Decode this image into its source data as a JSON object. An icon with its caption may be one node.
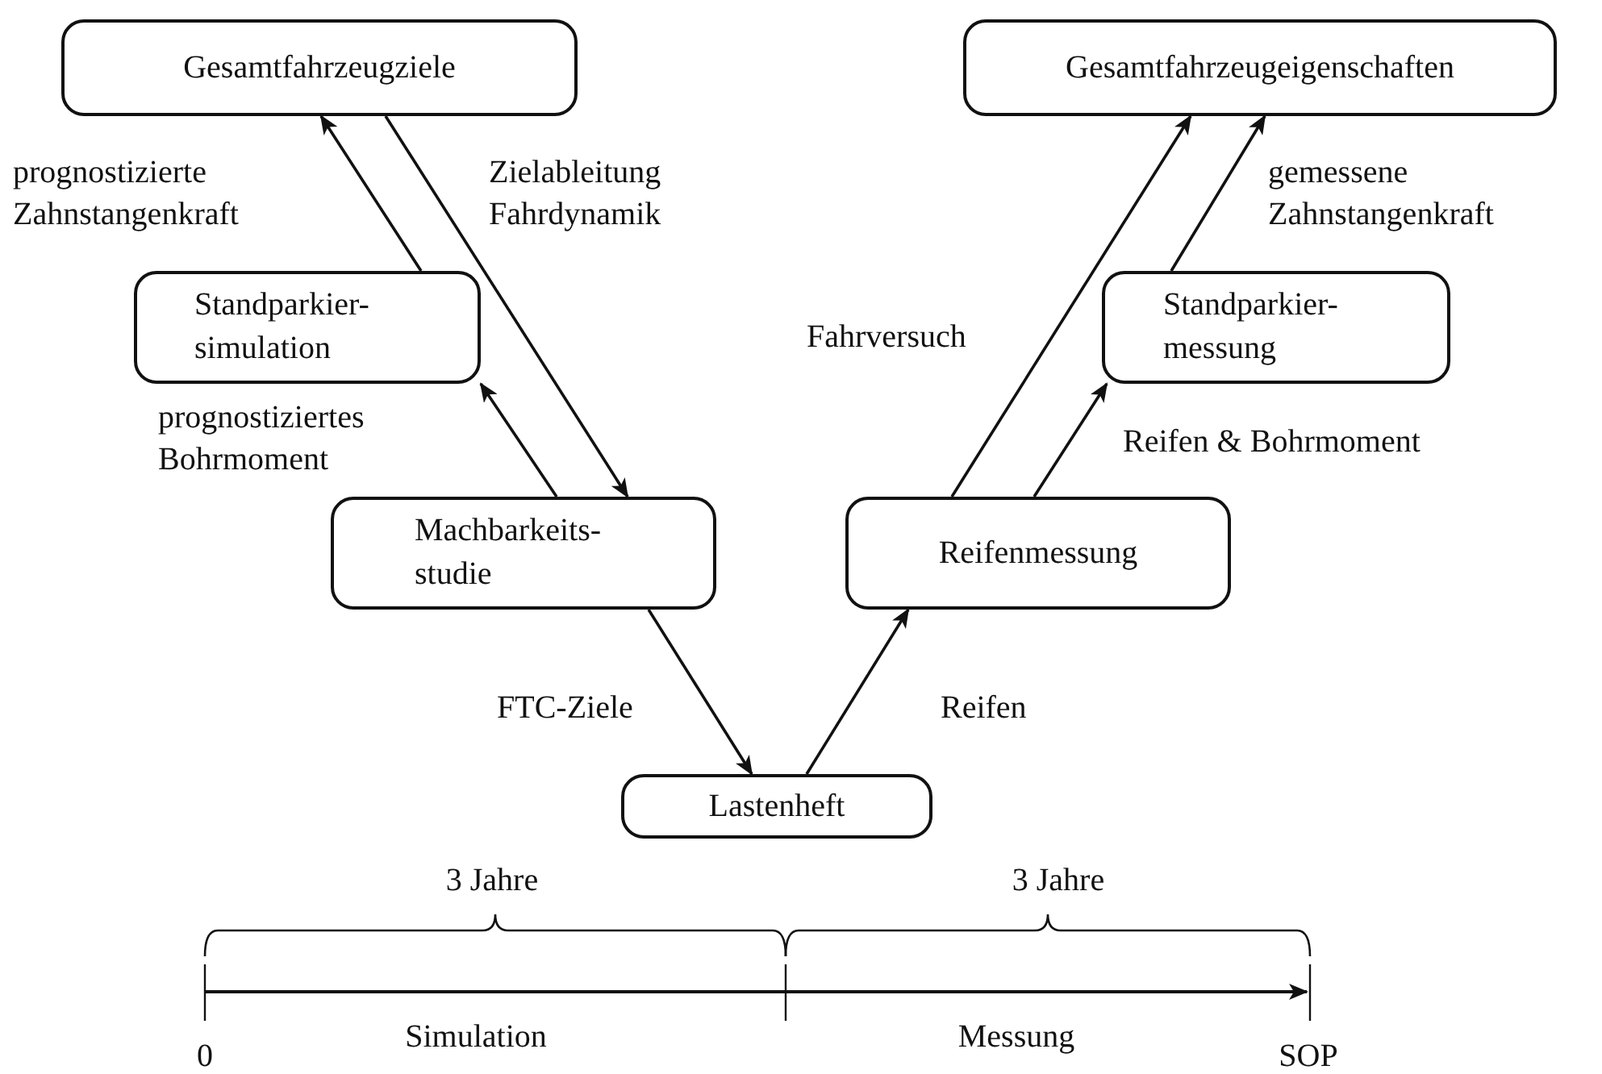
{
  "diagram": {
    "nodes": [
      {
        "text": [
          "Gesamtfahrzeugziele"
        ]
      },
      {
        "text": [
          "Gesamtfahrzeugeigenschaften"
        ]
      },
      {
        "text": [
          "Standparkier- simulation"
        ]
      },
      {
        "text": [
          "Standparkier- messung"
        ]
      },
      {
        "text": [
          "Machbarkeits- studie"
        ]
      },
      {
        "text": [
          "Reifenmessung"
        ]
      },
      {
        "text": [
          "Lastenheft"
        ]
      }
    ],
    "edges": [
      {
        "from": 2,
        "to": 0,
        "arrow": "to",
        "label": "prognostizierte Zahnstangenkraft"
      },
      {
        "from": 0,
        "to": 4,
        "arrow": "to",
        "label": "Zielableitung Fahrdynamik"
      },
      {
        "from": 4,
        "to": 2,
        "arrow": "to",
        "label": "prognostiziertes Bohrmoment"
      },
      {
        "from": 4,
        "to": 6,
        "arrow": "to",
        "label": "FTC-Ziele"
      },
      {
        "from": 6,
        "to": 5,
        "arrow": "to",
        "label": "Reifen"
      },
      {
        "from": 5,
        "to": 1,
        "arrow": "to",
        "label": "Fahrversuch"
      },
      {
        "from": 5,
        "to": 3,
        "arrow": "to",
        "label": "Reifen & Bohrmoment"
      },
      {
        "from": 3,
        "to": 1,
        "arrow": "to",
        "label": "gemessene Zahnstangenkraft"
      }
    ],
    "labels": [
      "3 Jahre",
      "3 Jahre",
      "0",
      "Simulation",
      "Messung",
      "SOP"
    ]
  }
}
